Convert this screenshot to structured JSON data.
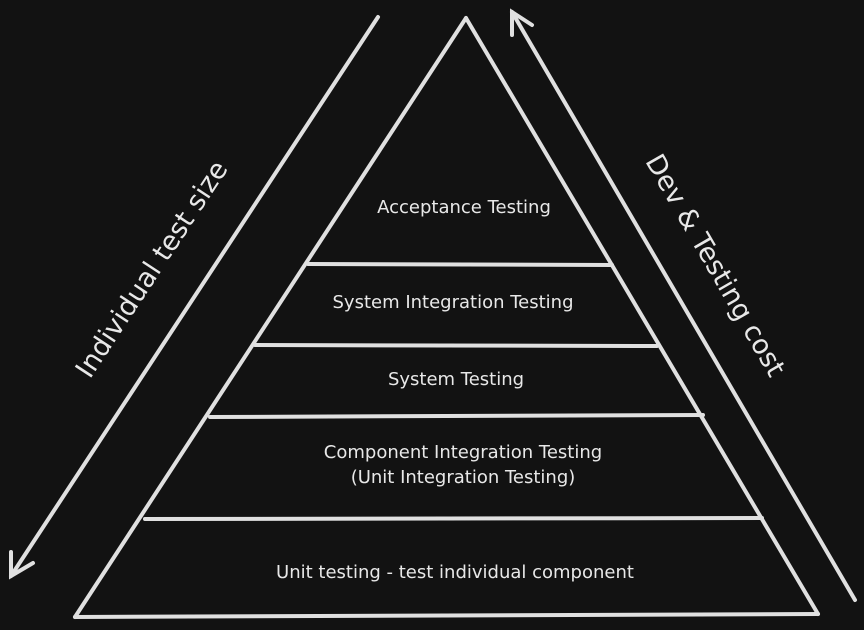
{
  "diagram": {
    "layers": [
      {
        "id": "acceptance",
        "lines": [
          "Acceptance Testing"
        ]
      },
      {
        "id": "system-integration",
        "lines": [
          "System Integration Testing"
        ]
      },
      {
        "id": "system",
        "lines": [
          "System Testing"
        ]
      },
      {
        "id": "component-integration",
        "lines": [
          "Component Integration Testing",
          "(Unit Integration Testing)"
        ]
      },
      {
        "id": "unit",
        "lines": [
          "Unit testing - test individual component"
        ]
      }
    ],
    "left_axis_label": "Individual test size",
    "right_axis_label": "Dev & Testing cost",
    "colors": {
      "background": "#121212",
      "stroke": "#e0e0e0",
      "text": "#e8e8e8"
    }
  }
}
